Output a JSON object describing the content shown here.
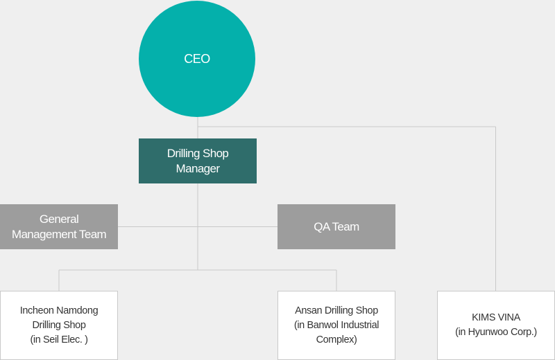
{
  "chart": {
    "ceo": "CEO",
    "manager": "Drilling Shop\nManager",
    "teams": [
      {
        "label": "General\nManagement Team"
      },
      {
        "label": "QA Team"
      }
    ],
    "shops": [
      {
        "label": "Incheon Namdong\nDrilling Shop\n(in Seil Elec. )"
      },
      {
        "label": "Ansan Drilling Shop\n(in Banwol Industrial\nComplex)"
      },
      {
        "label": "KIMS VINA\n(in Hyunwoo Corp.)"
      }
    ]
  },
  "colors": {
    "background": "#efefef",
    "ceo": "#04b0ab",
    "manager": "#2f6d6b",
    "team": "#9d9d9d",
    "shop_border": "#c9c9c9",
    "connector": "#c8c8c8"
  }
}
